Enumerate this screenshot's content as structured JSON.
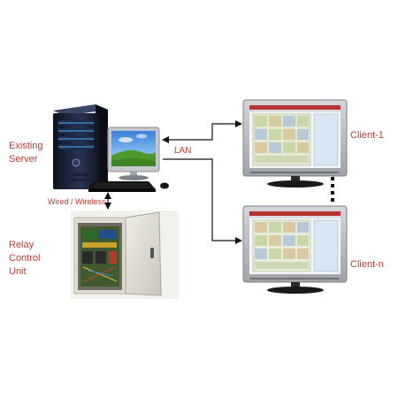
{
  "labels": {
    "existing_server": [
      "Existing",
      "Server"
    ],
    "relay_control_unit": [
      "Relay",
      "Control",
      "Unit"
    ],
    "wired_wireless": "Wired / Wireless",
    "lan": "LAN",
    "client_1": "Client-1",
    "client_n": "Client-n"
  },
  "colors": {
    "label_text": "#c0392b",
    "connector": "#111111",
    "server_tower": "#1b2238",
    "screen_bg": "#2f7fd1",
    "monitor_frame": "#b9bcc0",
    "monitor_stand": "#1a1a1a",
    "client_screen": "#dde6cc",
    "relay_cabinet": "#d9d8cf"
  },
  "icons": [
    "server-tower-icon",
    "desktop-monitor-icon",
    "keyboard-icon",
    "mouse-icon",
    "relay-cabinet-icon",
    "client-monitor-icon"
  ]
}
